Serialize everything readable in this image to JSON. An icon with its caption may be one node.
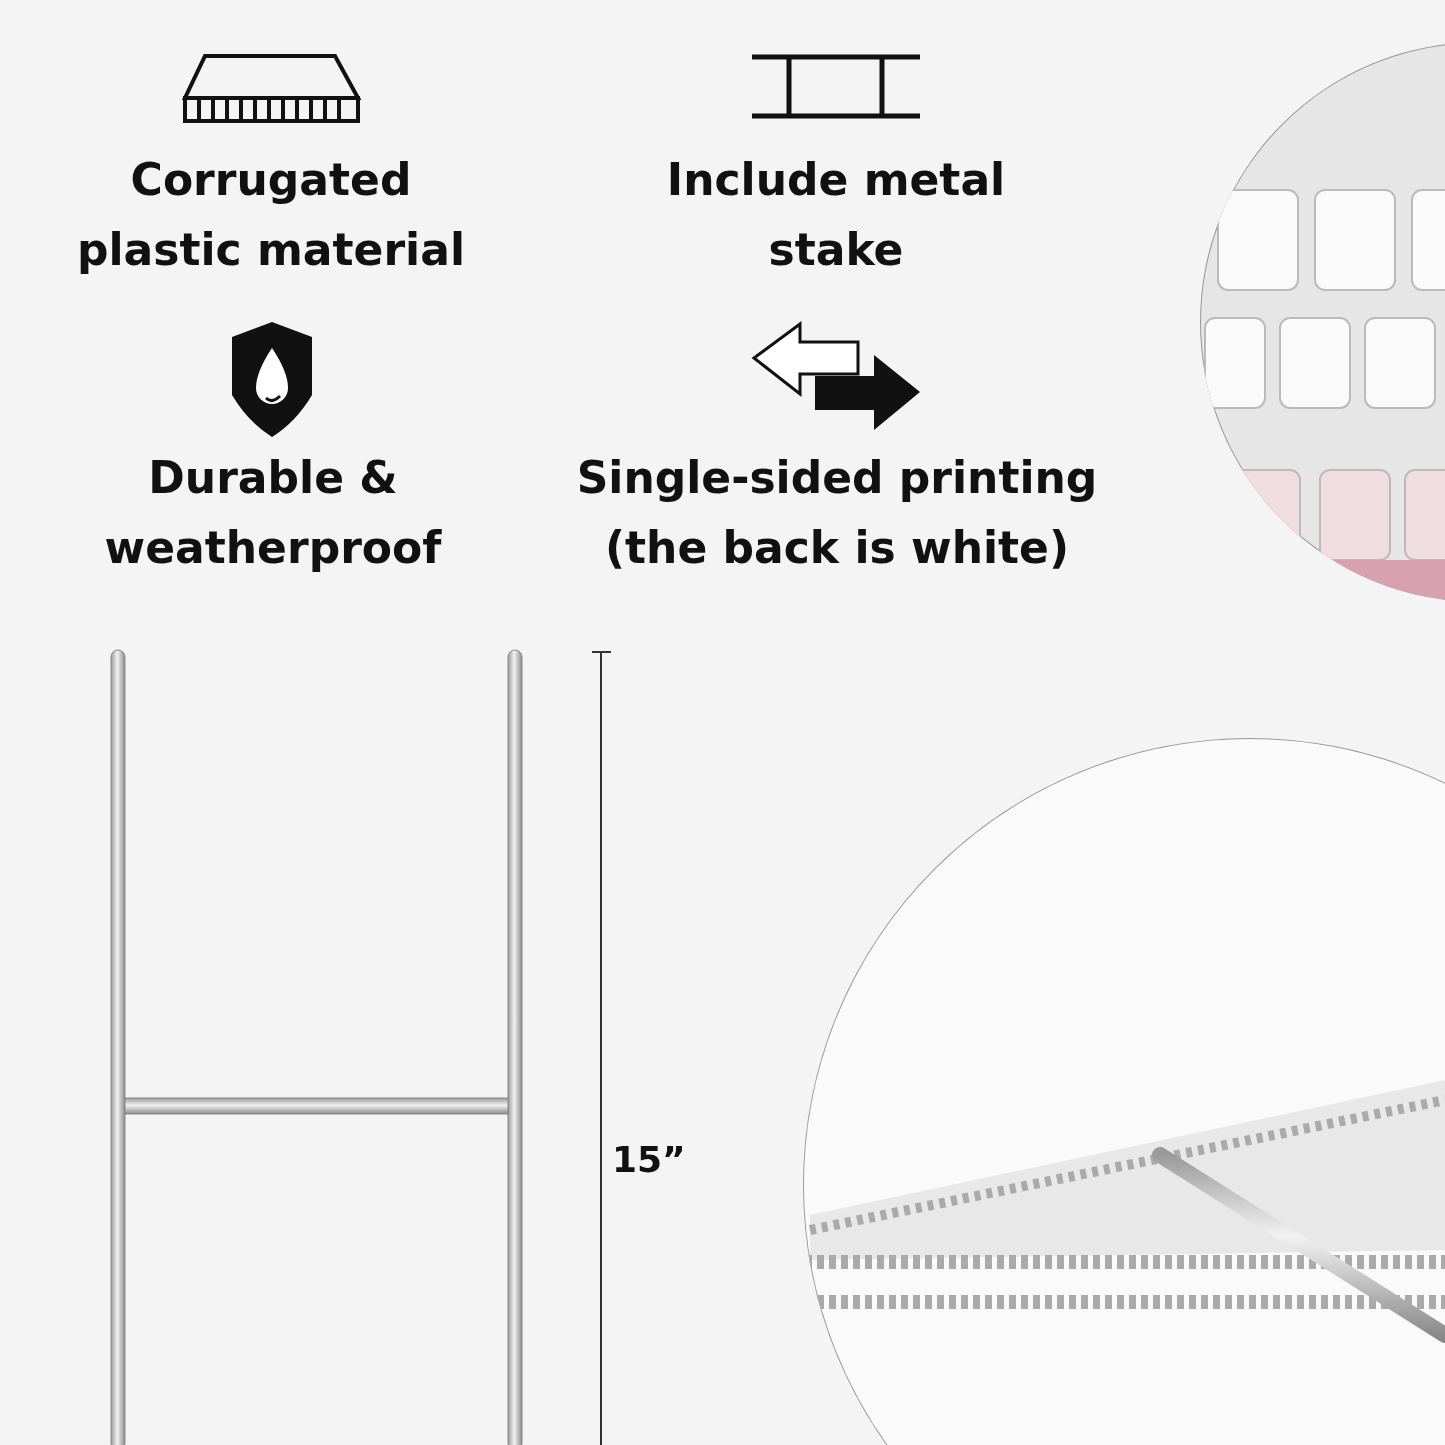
{
  "diagram": {
    "labels": [
      "Corrugated plastic material",
      "Include metal stake",
      "Durable & weatherproof",
      "Single-sided printing (the back is white)",
      "15”"
    ]
  }
}
